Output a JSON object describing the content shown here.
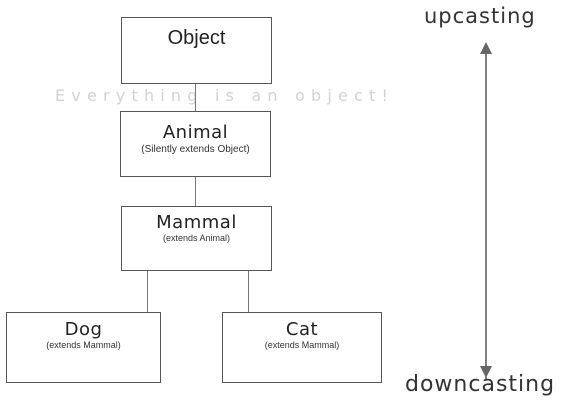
{
  "watermark": "Everything is an object!",
  "nodes": {
    "object": {
      "title": "Object",
      "sub": ""
    },
    "animal": {
      "title": "Animal",
      "sub": "(Silently extends Object)"
    },
    "mammal": {
      "title": "Mammal",
      "sub": "(extends Animal)"
    },
    "dog": {
      "title": "Dog",
      "sub": "(extends Mammal)"
    },
    "cat": {
      "title": "Cat",
      "sub": "(extends Mammal)"
    }
  },
  "axis": {
    "top_label": "upcasting",
    "bottom_label": "downcasting"
  }
}
